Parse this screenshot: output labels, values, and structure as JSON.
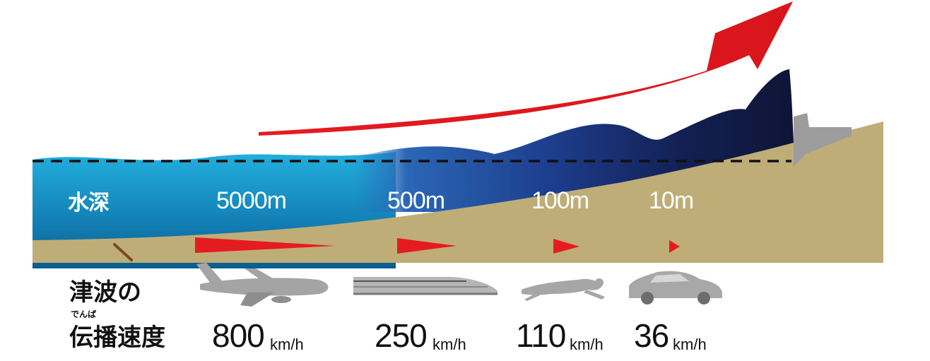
{
  "labels": {
    "depth_heading": "水深",
    "speed_heading_line1": "津波の",
    "speed_heading_ruby": "でんぱ",
    "speed_heading_line2": "伝播速度"
  },
  "depths": [
    "5000m",
    "500m",
    "100m",
    "10m"
  ],
  "speeds": [
    {
      "value": "800",
      "unit": "km/h",
      "vehicle": "airplane-icon"
    },
    {
      "value": "250",
      "unit": "km/h",
      "vehicle": "bullet-train-icon"
    },
    {
      "value": "110",
      "unit": "km/h",
      "vehicle": "cheetah-icon"
    },
    {
      "value": "36",
      "unit": "km/h",
      "vehicle": "car-icon"
    }
  ],
  "colors": {
    "sea_light": "#1aa3d6",
    "sea_deep": "#0a5a8a",
    "wave_dark": "#10173a",
    "seabed": "#bfad78",
    "arrow": "#e0191f",
    "vehicle_gray": "#9a9a9a"
  }
}
